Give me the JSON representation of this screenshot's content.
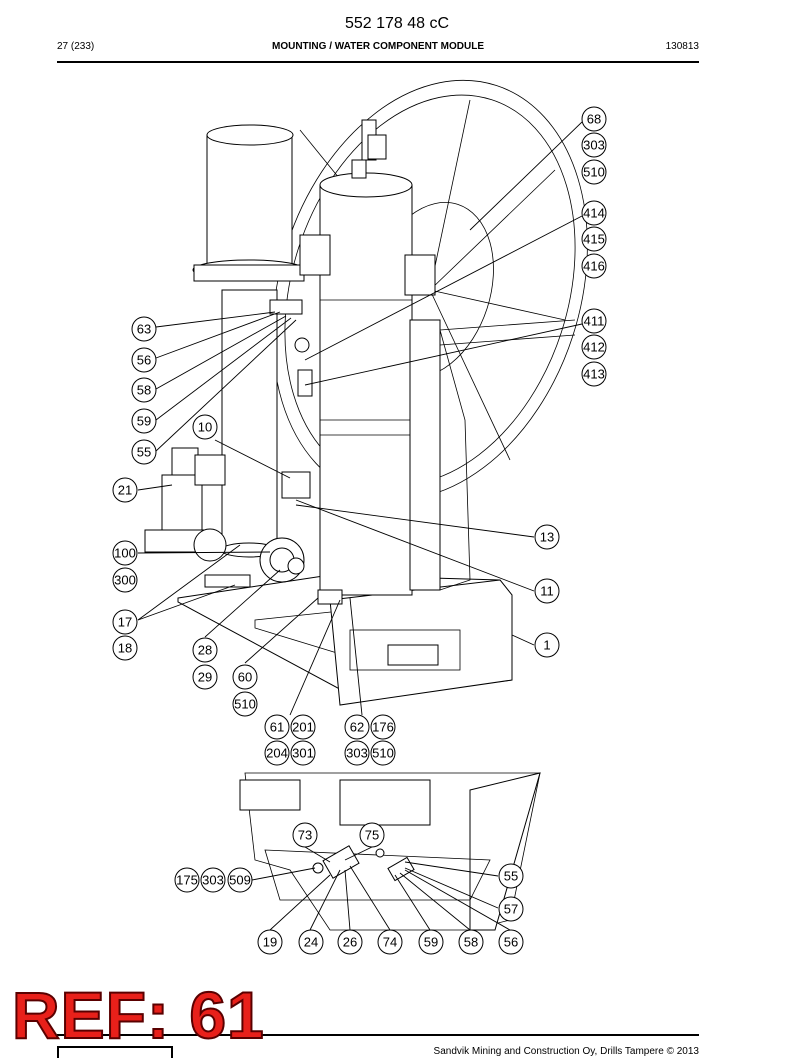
{
  "header": {
    "doc_number": "552 178 48 cC",
    "page": "27 (233)",
    "title": "MOUNTING / WATER COMPONENT MODULE",
    "date_code": "130813"
  },
  "callouts_main": [
    "68",
    "303",
    "510",
    "414",
    "415",
    "416",
    "411",
    "412",
    "413",
    "63",
    "56",
    "58",
    "59",
    "55",
    "10",
    "21",
    "100",
    "300",
    "17",
    "18",
    "28",
    "29",
    "60",
    "510",
    "61",
    "201",
    "204",
    "301",
    "62",
    "176",
    "303",
    "510",
    "13",
    "11",
    "1"
  ],
  "callouts_detail": [
    "73",
    "75",
    "175",
    "303",
    "509",
    "55",
    "57",
    "19",
    "24",
    "26",
    "74",
    "59",
    "58",
    "56"
  ],
  "ref_stamp": "REF: 61",
  "footer": {
    "text": "Sandvik Mining and Construction Oy, Drills Tampere © 2013"
  }
}
